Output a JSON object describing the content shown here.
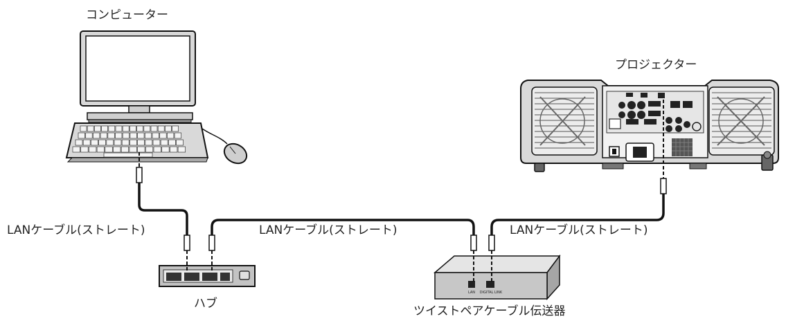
{
  "labels": {
    "computer": "コンピューター",
    "projector": "プロジェクター",
    "hub": "ハブ",
    "transmitter": "ツイストペアケーブル伝送器",
    "cable_left": "LANケーブル(ストレート)",
    "cable_middle": "LANケーブル(ストレート)",
    "cable_right": "LANケーブル(ストレート)"
  },
  "transmitter_ports": {
    "lan": "LAN",
    "digital_link": "DIGITAL LINK"
  },
  "colors": {
    "line": "#1a1a1a",
    "device_gray": "#bdbdbd",
    "device_dark": "#444444",
    "projector_body": "#d9d9d9"
  }
}
